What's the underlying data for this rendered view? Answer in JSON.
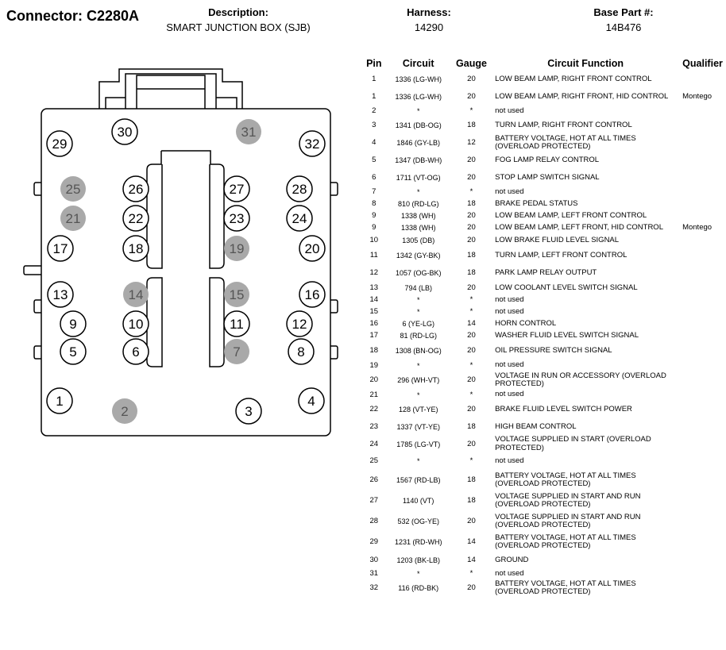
{
  "connector": {
    "label": "Connector: C2280A"
  },
  "header": {
    "description_label": "Description:",
    "description_value": "SMART JUNCTION BOX (SJB)",
    "harness_label": "Harness:",
    "harness_value": "14290",
    "base_part_label": "Base Part #:",
    "base_part_value": "14B476"
  },
  "colors": {
    "populated_pin": "#ffffff",
    "unused_pin": "#a9a9a9",
    "outline": "#000000"
  },
  "table": {
    "headers": {
      "pin": "Pin",
      "circuit": "Circuit",
      "gauge": "Gauge",
      "function": "Circuit Function",
      "qualifier": "Qualifier"
    },
    "rows": [
      {
        "pin": "1",
        "circuit": "1336 (LG-WH)",
        "gauge": "20",
        "function": "LOW BEAM LAMP, RIGHT FRONT CONTROL",
        "qualifier": ""
      },
      {
        "pin": "1",
        "circuit": "1336 (LG-WH)",
        "gauge": "20",
        "function": "LOW BEAM LAMP, RIGHT FRONT, HID CONTROL",
        "qualifier": "Montego"
      },
      {
        "pin": "2",
        "circuit": "*",
        "gauge": "*",
        "function": "not used",
        "qualifier": ""
      },
      {
        "pin": "3",
        "circuit": "1341 (DB-OG)",
        "gauge": "18",
        "function": "TURN LAMP, RIGHT FRONT CONTROL",
        "qualifier": ""
      },
      {
        "pin": "4",
        "circuit": "1846 (GY-LB)",
        "gauge": "12",
        "function": "BATTERY VOLTAGE, HOT AT ALL TIMES (OVERLOAD PROTECTED)",
        "qualifier": ""
      },
      {
        "pin": "5",
        "circuit": "1347 (DB-WH)",
        "gauge": "20",
        "function": "FOG LAMP RELAY CONTROL",
        "qualifier": ""
      },
      {
        "pin": "6",
        "circuit": "1711 (VT-OG)",
        "gauge": "20",
        "function": "STOP LAMP SWITCH SIGNAL",
        "qualifier": ""
      },
      {
        "pin": "7",
        "circuit": "*",
        "gauge": "*",
        "function": "not used",
        "qualifier": ""
      },
      {
        "pin": "8",
        "circuit": "810 (RD-LG)",
        "gauge": "18",
        "function": "BRAKE PEDAL STATUS",
        "qualifier": ""
      },
      {
        "pin": "9",
        "circuit": "1338 (WH)",
        "gauge": "20",
        "function": "LOW BEAM LAMP, LEFT FRONT CONTROL",
        "qualifier": ""
      },
      {
        "pin": "9",
        "circuit": "1338 (WH)",
        "gauge": "20",
        "function": "LOW BEAM LAMP, LEFT FRONT, HID CONTROL",
        "qualifier": "Montego"
      },
      {
        "pin": "10",
        "circuit": "1305 (DB)",
        "gauge": "20",
        "function": "LOW BRAKE FLUID LEVEL SIGNAL",
        "qualifier": ""
      },
      {
        "pin": "11",
        "circuit": "1342 (GY-BK)",
        "gauge": "18",
        "function": "TURN LAMP, LEFT FRONT CONTROL",
        "qualifier": ""
      },
      {
        "pin": "12",
        "circuit": "1057 (OG-BK)",
        "gauge": "18",
        "function": "PARK LAMP RELAY OUTPUT",
        "qualifier": ""
      },
      {
        "pin": "13",
        "circuit": "794 (LB)",
        "gauge": "20",
        "function": "LOW COOLANT LEVEL SWITCH SIGNAL",
        "qualifier": ""
      },
      {
        "pin": "14",
        "circuit": "*",
        "gauge": "*",
        "function": "not used",
        "qualifier": ""
      },
      {
        "pin": "15",
        "circuit": "*",
        "gauge": "*",
        "function": "not used",
        "qualifier": ""
      },
      {
        "pin": "16",
        "circuit": "6 (YE-LG)",
        "gauge": "14",
        "function": "HORN CONTROL",
        "qualifier": ""
      },
      {
        "pin": "17",
        "circuit": "81 (RD-LG)",
        "gauge": "20",
        "function": "WASHER FLUID LEVEL SWITCH SIGNAL",
        "qualifier": ""
      },
      {
        "pin": "18",
        "circuit": "1308 (BN-OG)",
        "gauge": "20",
        "function": "OIL PRESSURE SWITCH SIGNAL",
        "qualifier": ""
      },
      {
        "pin": "19",
        "circuit": "*",
        "gauge": "*",
        "function": "not used",
        "qualifier": ""
      },
      {
        "pin": "20",
        "circuit": "296 (WH-VT)",
        "gauge": "20",
        "function": "VOLTAGE IN RUN OR ACCESSORY (OVERLOAD PROTECTED)",
        "qualifier": ""
      },
      {
        "pin": "21",
        "circuit": "*",
        "gauge": "*",
        "function": "not used",
        "qualifier": ""
      },
      {
        "pin": "22",
        "circuit": "128 (VT-YE)",
        "gauge": "20",
        "function": "BRAKE FLUID LEVEL SWITCH POWER",
        "qualifier": ""
      },
      {
        "pin": "23",
        "circuit": "1337 (VT-YE)",
        "gauge": "18",
        "function": "HIGH BEAM CONTROL",
        "qualifier": ""
      },
      {
        "pin": "24",
        "circuit": "1785 (LG-VT)",
        "gauge": "20",
        "function": "VOLTAGE SUPPLIED IN START (OVERLOAD PROTECTED)",
        "qualifier": ""
      },
      {
        "pin": "25",
        "circuit": "*",
        "gauge": "*",
        "function": "not used",
        "qualifier": ""
      },
      {
        "pin": "26",
        "circuit": "1567 (RD-LB)",
        "gauge": "18",
        "function": "BATTERY VOLTAGE, HOT AT ALL TIMES (OVERLOAD PROTECTED)",
        "qualifier": ""
      },
      {
        "pin": "27",
        "circuit": "1140 (VT)",
        "gauge": "18",
        "function": "VOLTAGE SUPPLIED IN START AND RUN (OVERLOAD PROTECTED)",
        "qualifier": ""
      },
      {
        "pin": "28",
        "circuit": "532 (OG-YE)",
        "gauge": "20",
        "function": "VOLTAGE SUPPLIED IN START AND RUN (OVERLOAD PROTECTED)",
        "qualifier": ""
      },
      {
        "pin": "29",
        "circuit": "1231 (RD-WH)",
        "gauge": "14",
        "function": "BATTERY VOLTAGE, HOT AT ALL TIMES (OVERLOAD PROTECTED)",
        "qualifier": ""
      },
      {
        "pin": "30",
        "circuit": "1203 (BK-LB)",
        "gauge": "14",
        "function": "GROUND",
        "qualifier": ""
      },
      {
        "pin": "31",
        "circuit": "*",
        "gauge": "*",
        "function": "not used",
        "qualifier": ""
      },
      {
        "pin": "32",
        "circuit": "116 (RD-BK)",
        "gauge": "20",
        "function": "BATTERY VOLTAGE, HOT AT ALL TIMES (OVERLOAD PROTECTED)",
        "qualifier": ""
      }
    ]
  },
  "connector_pins": [
    {
      "n": "1",
      "used": true
    },
    {
      "n": "2",
      "used": false
    },
    {
      "n": "3",
      "used": true
    },
    {
      "n": "4",
      "used": true
    },
    {
      "n": "5",
      "used": true
    },
    {
      "n": "6",
      "used": true
    },
    {
      "n": "7",
      "used": false
    },
    {
      "n": "8",
      "used": true
    },
    {
      "n": "9",
      "used": true
    },
    {
      "n": "10",
      "used": true
    },
    {
      "n": "11",
      "used": true
    },
    {
      "n": "12",
      "used": true
    },
    {
      "n": "13",
      "used": true
    },
    {
      "n": "14",
      "used": false
    },
    {
      "n": "15",
      "used": false
    },
    {
      "n": "16",
      "used": true
    },
    {
      "n": "17",
      "used": true
    },
    {
      "n": "18",
      "used": true
    },
    {
      "n": "19",
      "used": false
    },
    {
      "n": "20",
      "used": true
    },
    {
      "n": "21",
      "used": false
    },
    {
      "n": "22",
      "used": true
    },
    {
      "n": "23",
      "used": true
    },
    {
      "n": "24",
      "used": true
    },
    {
      "n": "25",
      "used": false
    },
    {
      "n": "26",
      "used": true
    },
    {
      "n": "27",
      "used": true
    },
    {
      "n": "28",
      "used": true
    },
    {
      "n": "29",
      "used": true
    },
    {
      "n": "30",
      "used": true
    },
    {
      "n": "31",
      "used": false
    },
    {
      "n": "32",
      "used": true
    }
  ]
}
